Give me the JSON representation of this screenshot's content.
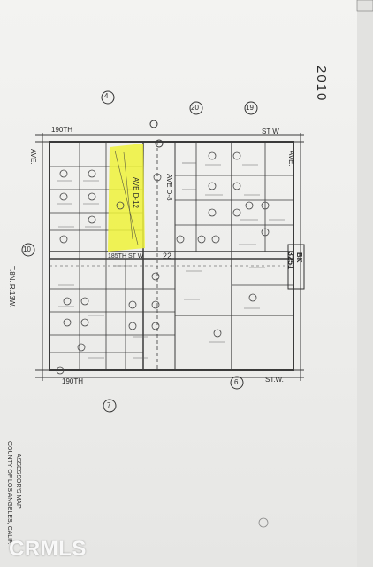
{
  "map": {
    "page_number": "2010",
    "book_label": "BK",
    "book_number": "3251",
    "roads": {
      "north_left": "190TH",
      "north_right": "ST W",
      "south_left": "190TH",
      "south_right": "ST.W.",
      "middle": "185TH ST W",
      "west_ave": "AVE.",
      "east_ave": "AVE.",
      "ave_d8": "AVE D-8",
      "ave_d12": "AVE D-12"
    },
    "sections": {
      "s4": "4",
      "s20": "20",
      "s19": "19",
      "s10": "10",
      "s7": "7",
      "s6": "6",
      "center": "22"
    },
    "township": "T.8N.,R.13W.",
    "title_lines": [
      "ASSESSOR'S MAP",
      "COUNTY OF LOS ANGELES, CALIF."
    ],
    "highlight_color": "#eef23a",
    "watermark": "CRMLS"
  }
}
